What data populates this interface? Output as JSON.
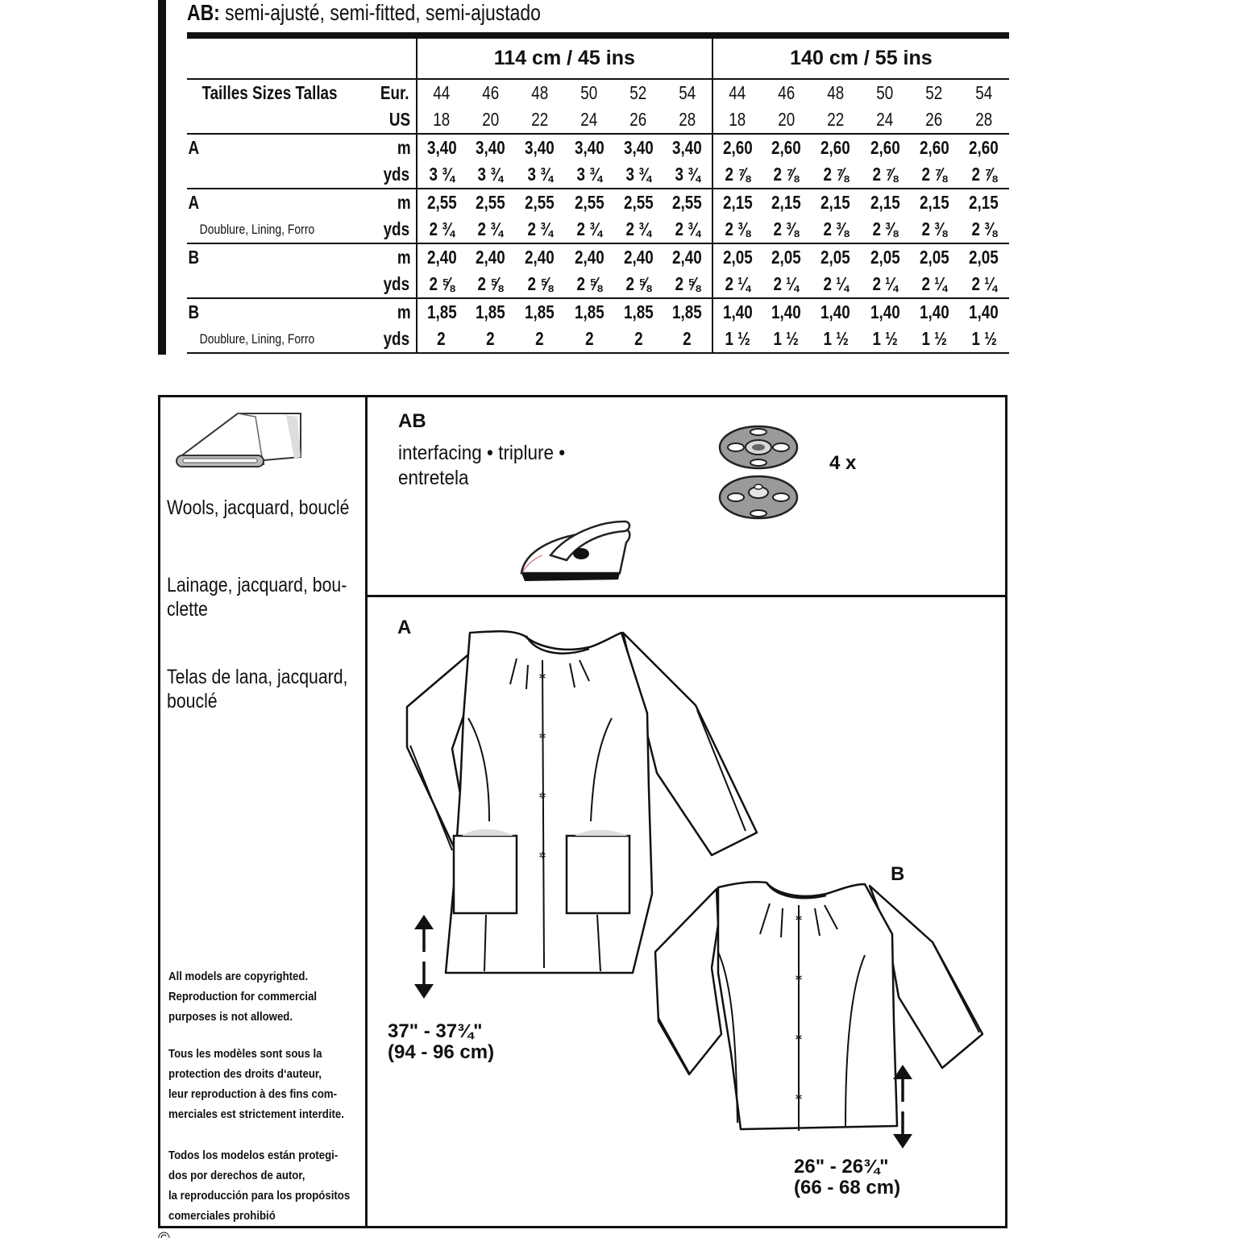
{
  "heading": {
    "code": "AB:",
    "fit": " semi-ajusté, semi-fitted, semi-ajustado"
  },
  "size_table": {
    "widths": [
      "114 cm / 45 ins",
      "140 cm / 55 ins"
    ],
    "sizes_label": "Tailles  Sizes  Tallas",
    "eur_label": "Eur.",
    "us_label": "US",
    "eur_sizes": [
      "44",
      "46",
      "48",
      "50",
      "52",
      "54",
      "44",
      "46",
      "48",
      "50",
      "52",
      "54"
    ],
    "us_sizes": [
      "18",
      "20",
      "22",
      "24",
      "26",
      "28",
      "18",
      "20",
      "22",
      "24",
      "26",
      "28"
    ],
    "rows": [
      {
        "view": "A",
        "sub": "",
        "m_label": "m",
        "yds_label": "yds",
        "m": [
          "3,40",
          "3,40",
          "3,40",
          "3,40",
          "3,40",
          "3,40",
          "2,60",
          "2,60",
          "2,60",
          "2,60",
          "2,60",
          "2,60"
        ],
        "yds": [
          "3 ¾",
          "3 ¾",
          "3 ¾",
          "3 ¾",
          "3 ¾",
          "3 ¾",
          "2 ⅞",
          "2 ⅞",
          "2 ⅞",
          "2 ⅞",
          "2 ⅞",
          "2 ⅞"
        ]
      },
      {
        "view": "A",
        "sub": "Doublure, Lining, Forro",
        "m_label": "m",
        "yds_label": "yds",
        "m": [
          "2,55",
          "2,55",
          "2,55",
          "2,55",
          "2,55",
          "2,55",
          "2,15",
          "2,15",
          "2,15",
          "2,15",
          "2,15",
          "2,15"
        ],
        "yds": [
          "2 ¾",
          "2 ¾",
          "2 ¾",
          "2 ¾",
          "2 ¾",
          "2 ¾",
          "2 ⅜",
          "2 ⅜",
          "2 ⅜",
          "2 ⅜",
          "2 ⅜",
          "2 ⅜"
        ]
      },
      {
        "view": "B",
        "sub": "",
        "m_label": "m",
        "yds_label": "yds",
        "m": [
          "2,40",
          "2,40",
          "2,40",
          "2,40",
          "2,40",
          "2,40",
          "2,05",
          "2,05",
          "2,05",
          "2,05",
          "2,05",
          "2,05"
        ],
        "yds": [
          "2 ⅝",
          "2 ⅝",
          "2 ⅝",
          "2 ⅝",
          "2 ⅝",
          "2 ⅝",
          "2 ¼",
          "2 ¼",
          "2 ¼",
          "2 ¼",
          "2 ¼",
          "2 ¼"
        ]
      },
      {
        "view": "B",
        "sub": "Doublure, Lining, Forro",
        "m_label": "m",
        "yds_label": "yds",
        "m": [
          "1,85",
          "1,85",
          "1,85",
          "1,85",
          "1,85",
          "1,85",
          "1,40",
          "1,40",
          "1,40",
          "1,40",
          "1,40",
          "1,40"
        ],
        "yds": [
          "2",
          "2",
          "2",
          "2",
          "2",
          "2",
          "1 ½",
          "1 ½",
          "1 ½",
          "1 ½",
          "1 ½",
          "1 ½"
        ]
      }
    ]
  },
  "fabrics": {
    "en": "Wools, jacquard, bouclé",
    "fr_line1": "Lainage, jacquard, bou-",
    "fr_line2": "clette",
    "es_line1": "Telas de lana, jacquard,",
    "es_line2": "bouclé",
    "icon": "fabric-bolt-icon"
  },
  "copyright": {
    "en": [
      "All models are copyrighted.",
      "Reproduction for commercial",
      "purposes is not allowed."
    ],
    "fr": [
      "Tous les modèles sont sous la",
      "protection des droits d‘auteur,",
      "leur reproduction à des fins com-",
      "merciales est strictement interdite."
    ],
    "es": [
      "Todos los modelos están protegi-",
      "dos por derechos de autor,",
      "la reproducción para los propósitos",
      "comerciales prohibió"
    ]
  },
  "notions": {
    "title": "AB",
    "line1": "interfacing • triplure •",
    "line2": "entretela",
    "snap_count": "4 x",
    "icons": [
      "snap-fastener-icon",
      "iron-icon"
    ]
  },
  "views": {
    "a_label": "A",
    "b_label": "B",
    "a_length_in": "37\" - 37¾\"",
    "a_length_cm": "(94 - 96 cm)",
    "b_length_in": "26\" - 26¾\"",
    "b_length_cm": "(66 - 68 cm)"
  },
  "footer": "© ..."
}
